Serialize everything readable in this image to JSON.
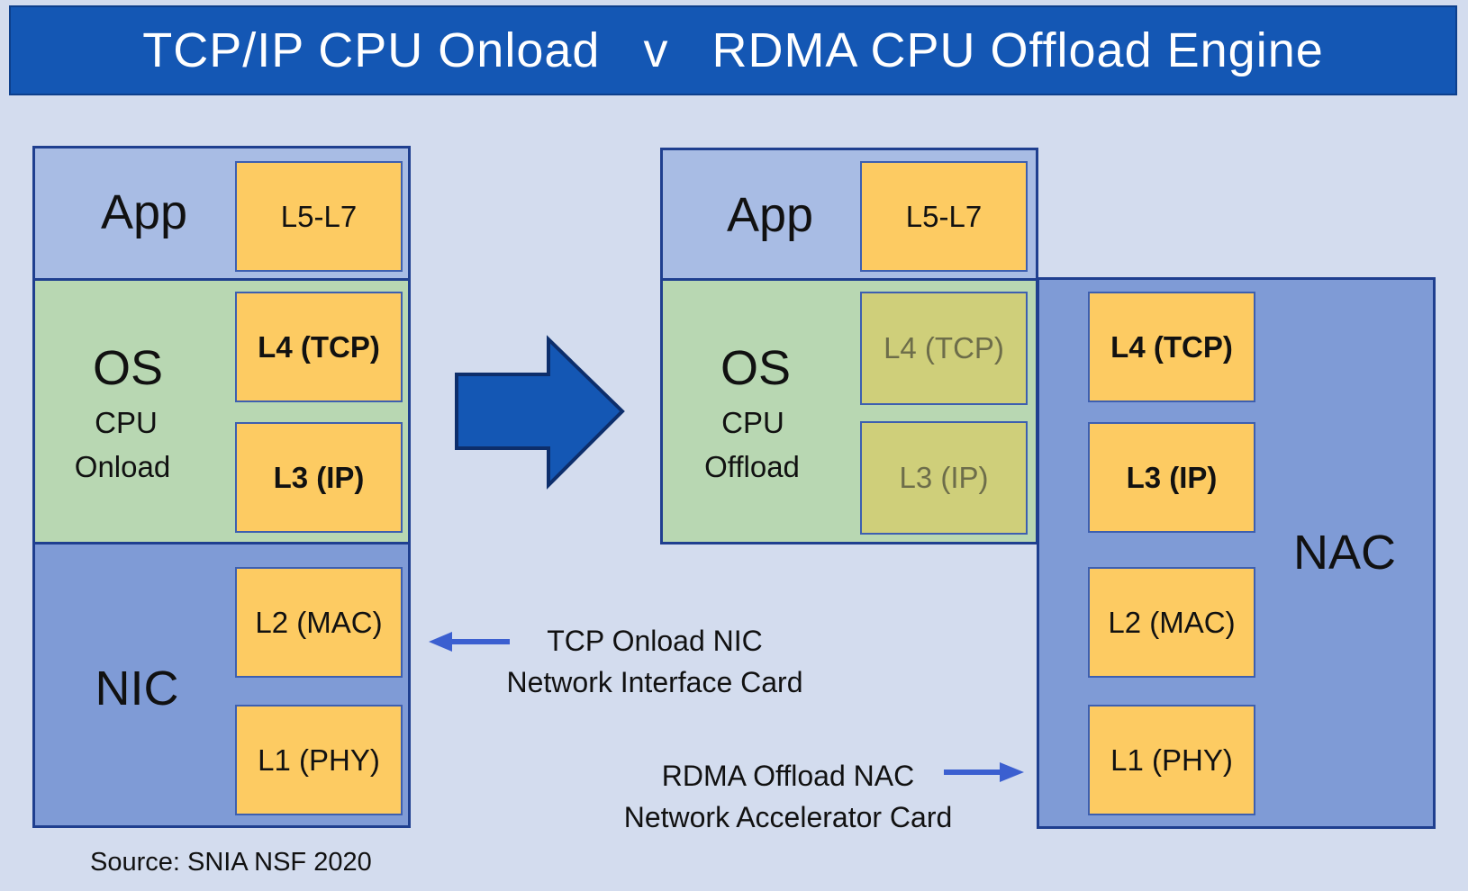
{
  "title": "TCP/IP CPU Onload   v   RDMA CPU Offload Engine",
  "left_stack": {
    "app_label": "App",
    "os_label": "OS",
    "os_sub_1": "CPU",
    "os_sub_2": "Onload",
    "nic_label": "NIC",
    "layers": {
      "l5_l7": "L5-L7",
      "l4": "L4 (TCP)",
      "l3": "L3 (IP)",
      "l2": "L2 (MAC)",
      "l1": "L1 (PHY)"
    }
  },
  "right_stack": {
    "app_label": "App",
    "os_label": "OS",
    "os_sub_1": "CPU",
    "os_sub_2": "Offload",
    "nac_label": "NAC",
    "layers": {
      "l5_l7": "L5-L7",
      "os_l4": "L4 (TCP)",
      "os_l3": "L3 (IP)",
      "nac_l4": "L4 (TCP)",
      "nac_l3": "L3 (IP)",
      "nac_l2": "L2 (MAC)",
      "nac_l1": "L1 (PHY)"
    }
  },
  "callouts": {
    "nic_line1": "TCP Onload NIC",
    "nic_line2": "Network Interface Card",
    "nac_line1": "RDMA Offload NAC",
    "nac_line2": "Network Accelerator Card"
  },
  "source": "Source: SNIA NSF 2020",
  "colors": {
    "title_bg": "#1457b4",
    "app_bg": "#a8bce4",
    "os_bg": "#b8d7b2",
    "nic_bg": "#7f9bd6",
    "layer_box": "#fdcb62",
    "arrow": "#1457b4"
  }
}
